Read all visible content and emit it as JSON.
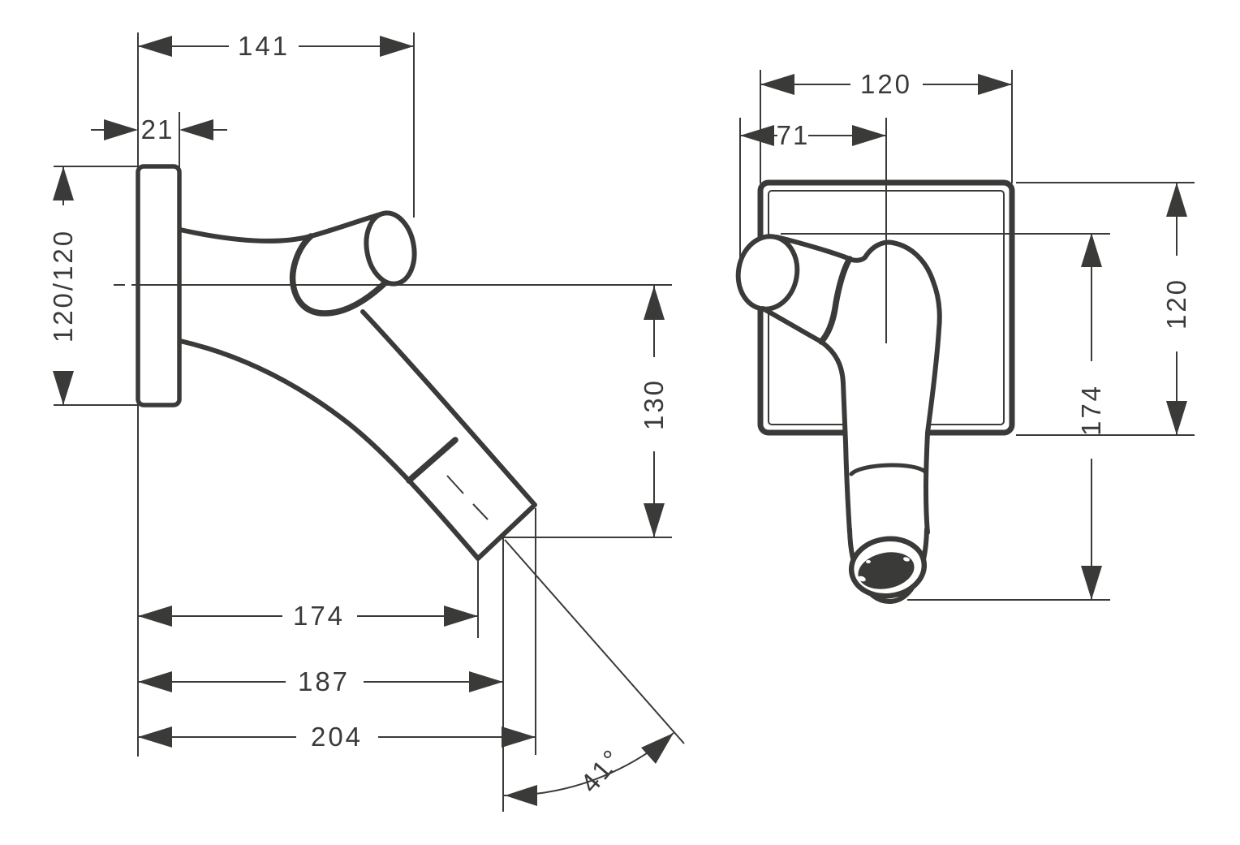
{
  "drawing": {
    "type": "technical-dimension-drawing",
    "colors": {
      "line": "#3a3a39",
      "background": "#ffffff"
    },
    "side_view": {
      "dims": {
        "overall_width": "141",
        "plate_thickness": "21",
        "plate_size": "120/120",
        "drop_height": "130",
        "reach_spout_end": "174",
        "reach_outlet": "187",
        "reach_overall": "204",
        "spout_angle": "41°"
      }
    },
    "front_view": {
      "dims": {
        "plate_width": "120",
        "handle_projection": "71",
        "plate_height": "120",
        "outlet_drop": "174"
      }
    }
  }
}
